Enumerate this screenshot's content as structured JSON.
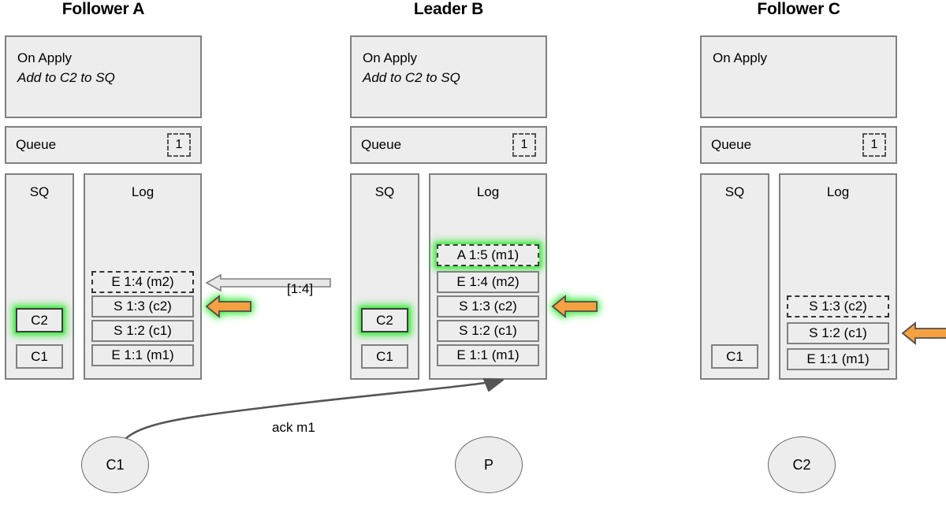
{
  "diagram": {
    "title_bar_note": "",
    "colors": {
      "panel_fill": "#ededed",
      "panel_border": "#808080",
      "highlight_green": "#4dea4d",
      "arrow_orange": "#f5a142",
      "arrow_gray": "#e8e8e8",
      "edge_gray": "#555555"
    }
  },
  "nodes": [
    {
      "id": "follower-a",
      "title": "Follower A",
      "on_apply": {
        "heading": "On Apply",
        "action": "Add to C2 to SQ"
      },
      "queue": {
        "label": "Queue",
        "count": "1"
      },
      "sq": {
        "header": "SQ",
        "entries": [
          {
            "label": "C2",
            "style": "solid",
            "highlight": true
          },
          {
            "label": "C1",
            "style": "solid",
            "highlight": false
          }
        ]
      },
      "log": {
        "header": "Log",
        "entries": [
          {
            "label": "E 1:4 (m2)",
            "style": "dashed",
            "highlight": false
          },
          {
            "label": "S 1:3 (c2)",
            "style": "solid",
            "highlight": false
          },
          {
            "label": "S 1:2 (c1)",
            "style": "solid",
            "highlight": false
          },
          {
            "label": "E 1:1 (m1)",
            "style": "solid",
            "highlight": false
          }
        ]
      }
    },
    {
      "id": "leader-b",
      "title": "Leader B",
      "on_apply": {
        "heading": "On Apply",
        "action": "Add to C2 to SQ"
      },
      "queue": {
        "label": "Queue",
        "count": "1"
      },
      "sq": {
        "header": "SQ",
        "entries": [
          {
            "label": "C2",
            "style": "solid",
            "highlight": true
          },
          {
            "label": "C1",
            "style": "solid",
            "highlight": false
          }
        ]
      },
      "log": {
        "header": "Log",
        "entries": [
          {
            "label": "A 1:5 (m1)",
            "style": "dashed",
            "highlight": true
          },
          {
            "label": "E 1:4 (m2)",
            "style": "solid",
            "highlight": false
          },
          {
            "label": "S 1:3 (c2)",
            "style": "solid",
            "highlight": false
          },
          {
            "label": "S 1:2 (c1)",
            "style": "solid",
            "highlight": false
          },
          {
            "label": "E 1:1 (m1)",
            "style": "solid",
            "highlight": false
          }
        ]
      }
    },
    {
      "id": "follower-c",
      "title": "Follower C",
      "on_apply": {
        "heading": "On Apply",
        "action": ""
      },
      "queue": {
        "label": "Queue",
        "count": "1"
      },
      "sq": {
        "header": "SQ",
        "entries": [
          {
            "label": "C1",
            "style": "solid",
            "highlight": false
          }
        ]
      },
      "log": {
        "header": "Log",
        "entries": [
          {
            "label": "S 1:3 (c2)",
            "style": "dashed",
            "highlight": false
          },
          {
            "label": "S 1:2 (c1)",
            "style": "solid",
            "highlight": false
          },
          {
            "label": "E 1:1 (m1)",
            "style": "solid",
            "highlight": false
          }
        ]
      }
    }
  ],
  "arrows": {
    "replication": {
      "label": "[1:4]",
      "direction": "left",
      "color": "#e8e8e8"
    },
    "commit_a": {
      "label": "",
      "direction": "left",
      "color": "#f5a142",
      "glow": true
    },
    "commit_b": {
      "label": "",
      "direction": "left",
      "color": "#f5a142",
      "glow": true
    },
    "commit_c": {
      "label": "",
      "direction": "left",
      "color": "#f5a142",
      "glow": false
    }
  },
  "edges": [
    {
      "id": "ack-m1",
      "label": "ack m1",
      "from": "c1-actor",
      "to": "leader-b-log"
    }
  ],
  "actors": [
    {
      "id": "c1-actor",
      "label": "C1"
    },
    {
      "id": "p-actor",
      "label": "P"
    },
    {
      "id": "c2-actor",
      "label": "C2"
    }
  ]
}
